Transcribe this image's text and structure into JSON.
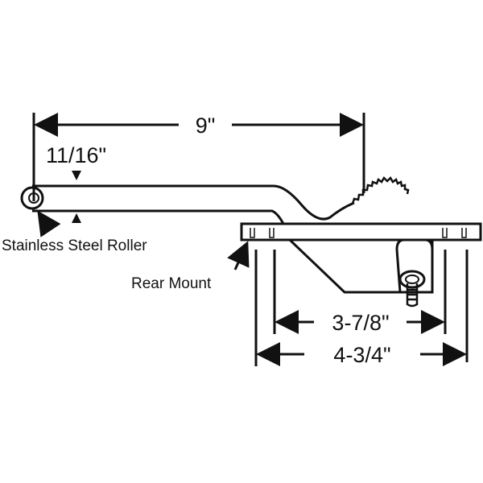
{
  "dimensions": {
    "overall_length": "9\"",
    "arm_height": "11/16\"",
    "mount_inner": "3-7/8\"",
    "mount_outer": "4-3/4\""
  },
  "callouts": {
    "roller": "Stainless Steel Roller",
    "rear_mount": "Rear Mount"
  },
  "colors": {
    "line": "#111111",
    "background": "#ffffff"
  }
}
